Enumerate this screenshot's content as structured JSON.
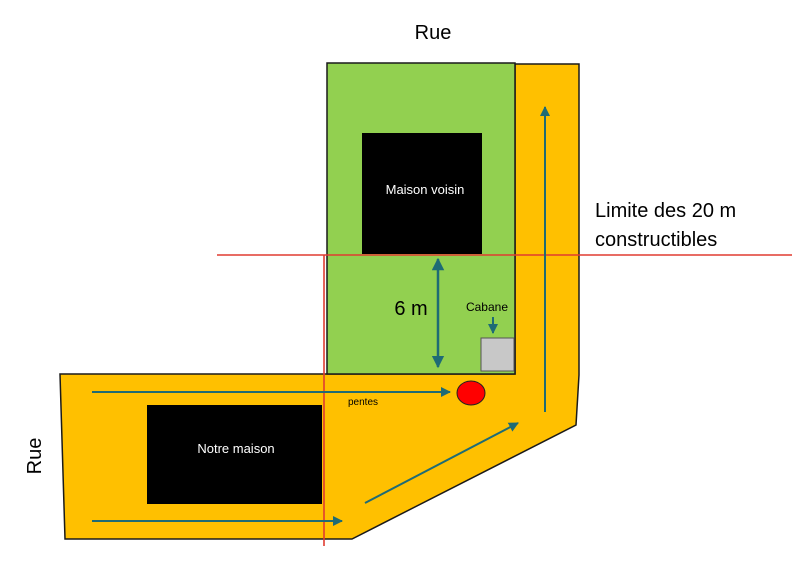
{
  "labels": {
    "street_top": "Rue",
    "street_left": "Rue",
    "neighbor_house": "Maison voisin",
    "our_house": "Notre maison",
    "shed": "Cabane",
    "distance": "6 m",
    "slopes": "pentes",
    "limit_line1": "Limite des 20 m",
    "limit_line2": "constructibles"
  },
  "colors": {
    "yard": "#FFC000",
    "neighbor_lot": "#92D050",
    "house": "#000000",
    "shed": "#C8C8C8",
    "limit_line": "#E03C31",
    "arrow": "#1F6B75",
    "drain": "#FF0000"
  }
}
